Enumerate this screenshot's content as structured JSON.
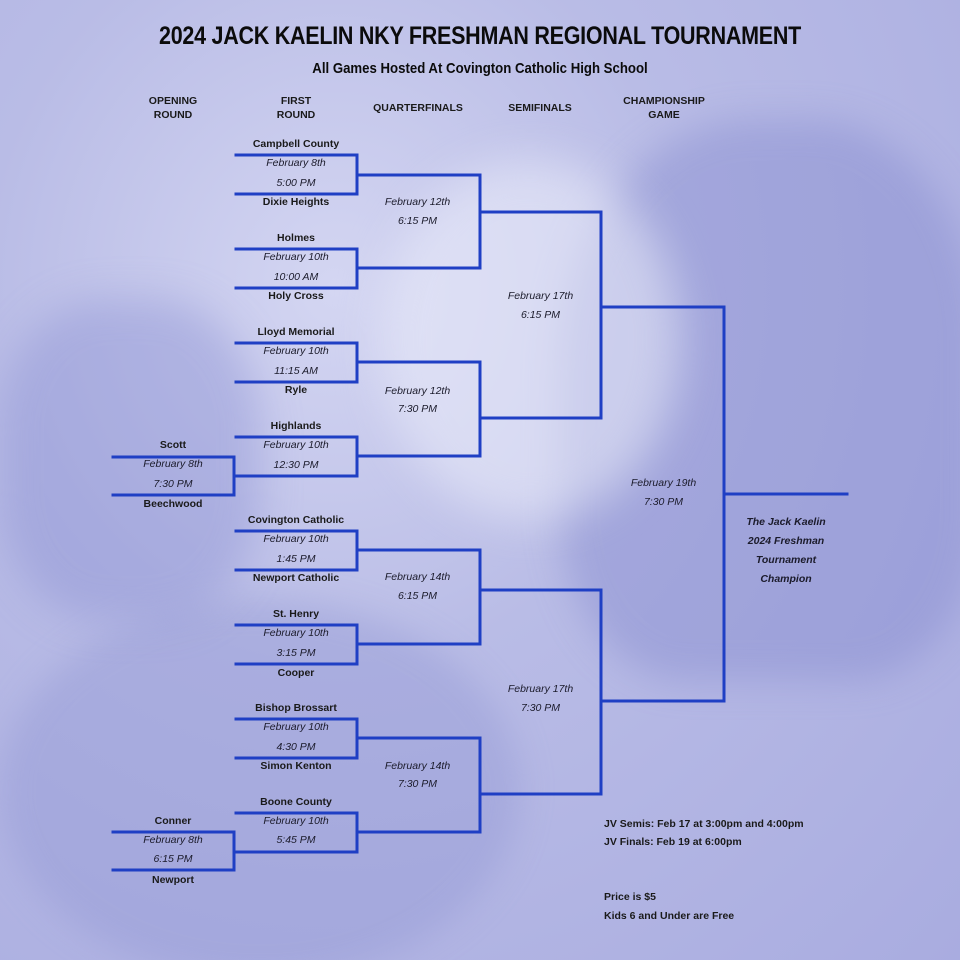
{
  "title": "2024 JACK KAELIN NKY FRESHMAN REGIONAL TOURNAMENT",
  "subtitle": "All Games Hosted At Covington Catholic High School",
  "rounds": [
    "OPENING\nROUND",
    "FIRST\nROUND",
    "QUARTERFINALS",
    "SEMIFINALS",
    "CHAMPIONSHIP\nGAME"
  ],
  "opening_round": [
    {
      "top": "Scott",
      "date": "February 8th",
      "time": "7:30 PM",
      "bottom": "Beechwood"
    },
    {
      "top": "Conner",
      "date": "February 8th",
      "time": "6:15 PM",
      "bottom": "Newport"
    }
  ],
  "first_round": [
    {
      "top": "Campbell County",
      "date": "February 8th",
      "time": "5:00 PM",
      "bottom": "Dixie Heights"
    },
    {
      "top": "Holmes",
      "date": "February 10th",
      "time": "10:00 AM",
      "bottom": "Holy Cross"
    },
    {
      "top": "Lloyd Memorial",
      "date": "February 10th",
      "time": "11:15 AM",
      "bottom": "Ryle"
    },
    {
      "top": "Highlands",
      "date": "February 10th",
      "time": "12:30 PM"
    },
    {
      "top": "Covington Catholic",
      "date": "February 10th",
      "time": "1:45 PM",
      "bottom": "Newport Catholic"
    },
    {
      "top": "St. Henry",
      "date": "February 10th",
      "time": "3:15 PM",
      "bottom": "Cooper"
    },
    {
      "top": "Bishop Brossart",
      "date": "February 10th",
      "time": "4:30 PM",
      "bottom": "Simon Kenton"
    },
    {
      "top": "Boone County",
      "date": "February 10th",
      "time": "5:45 PM"
    }
  ],
  "quarterfinals": [
    {
      "date": "February 12th",
      "time": "6:15 PM"
    },
    {
      "date": "February 12th",
      "time": "7:30 PM"
    },
    {
      "date": "February 14th",
      "time": "6:15 PM"
    },
    {
      "date": "February 14th",
      "time": "7:30 PM"
    }
  ],
  "semifinals": [
    {
      "date": "February 17th",
      "time": "6:15 PM"
    },
    {
      "date": "February 17th",
      "time": "7:30 PM"
    }
  ],
  "championship": {
    "date": "February 19th",
    "time": "7:30 PM"
  },
  "champion_label": "The Jack Kaelin\n2024 Freshman\nTournament\nChampion",
  "notes": {
    "jv_semis": "JV Semis: Feb 17 at 3:00pm and 4:00pm",
    "jv_finals": "JV Finals: Feb 19 at 6:00pm",
    "price": "Price is $5",
    "kids": "Kids 6 and Under are Free"
  },
  "colors": {
    "bracket_line": "#1f3fc4",
    "background": "#b9bce6"
  }
}
